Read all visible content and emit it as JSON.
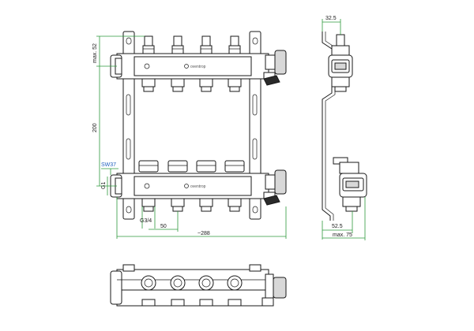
{
  "brand": "oventrop",
  "dimensions": {
    "top_offset": "max. 52",
    "height": "200",
    "wrench": "SW37",
    "inlet_thread": "G1",
    "outlet_thread": "G3/4",
    "pitch": "50",
    "overall_length": "~288",
    "side_top": "32.5",
    "side_bottom": "52.5",
    "side_max": "max. 75"
  },
  "colors": {
    "dimension_line": "#2e9a3c",
    "wrench_label": "#1f5fbf",
    "outline": "#1a1a1a"
  },
  "views": [
    "front-view",
    "side-view",
    "top-view"
  ]
}
